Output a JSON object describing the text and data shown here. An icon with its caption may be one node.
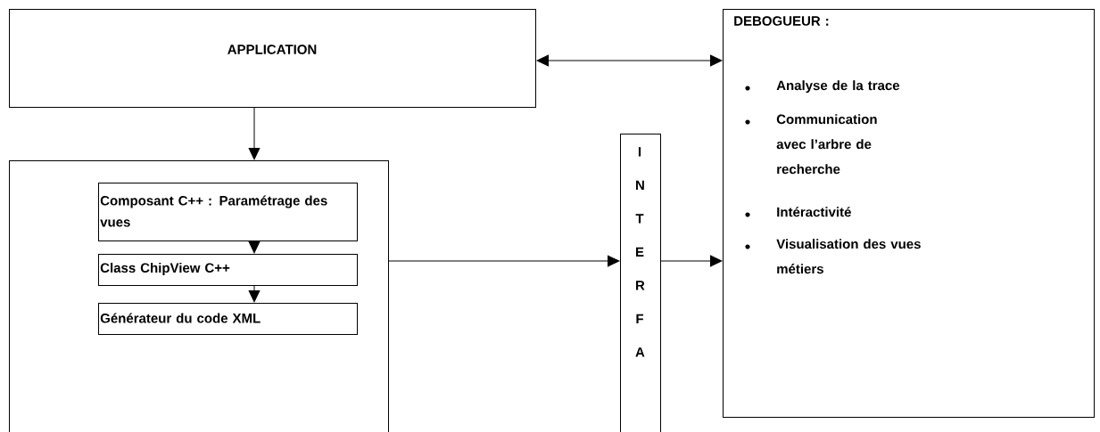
{
  "diagram": {
    "nodes": [
      {
        "text": [
          "APPLICATION"
        ]
      },
      {
        "text": [],
        "shape": "box"
      },
      {
        "text": [
          "Composant C++ : Paramétrage des vues"
        ],
        "in": 1
      },
      {
        "text": [
          "Class ChipView C++"
        ],
        "in": 1
      },
      {
        "text": [
          "Générateur du code XML"
        ],
        "in": 1
      },
      {
        "text": [
          "I N T E R F A"
        ]
      },
      {
        "text": [
          "DEBOGUEUR :",
          "Analyse de la trace",
          "Communication avec l’arbre de recherche",
          "Intéractivité",
          "Visualisation des vues métiers"
        ]
      }
    ],
    "edges": [
      {
        "from": 0,
        "to": 6,
        "arrow": "both"
      },
      {
        "from": 0,
        "to": 1,
        "arrow": "to"
      },
      {
        "from": 2,
        "to": 3,
        "arrow": "to"
      },
      {
        "from": 3,
        "to": 4,
        "arrow": "to"
      },
      {
        "from": 1,
        "to": 5,
        "arrow": "to"
      },
      {
        "from": 5,
        "to": 6,
        "arrow": "to"
      }
    ]
  }
}
